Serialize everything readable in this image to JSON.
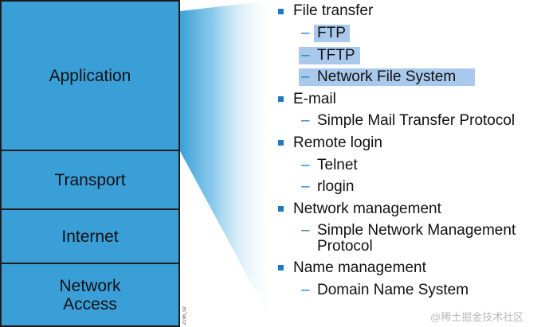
{
  "layers": {
    "application": "Application",
    "transport": "Transport",
    "internet": "Internet",
    "network_access_line1": "Network",
    "network_access_line2": "Access"
  },
  "credit": "2196_02",
  "applications": [
    {
      "label": "File transfer",
      "items": [
        {
          "label": "FTP",
          "highlighted": true
        },
        {
          "label": "TFTP",
          "highlighted": true
        },
        {
          "label": "Network File System",
          "highlighted": true
        }
      ]
    },
    {
      "label": "E-mail",
      "items": [
        {
          "label": "Simple Mail Transfer Protocol",
          "highlighted": false
        }
      ]
    },
    {
      "label": "Remote login",
      "items": [
        {
          "label": "Telnet",
          "highlighted": false
        },
        {
          "label": "rlogin",
          "highlighted": false
        }
      ]
    },
    {
      "label": "Network management",
      "items": [
        {
          "label_line1": "Simple Network Management",
          "label_line2": "Protocol",
          "highlighted": false
        }
      ]
    },
    {
      "label": "Name management",
      "items": [
        {
          "label": "Domain Name System",
          "highlighted": false
        }
      ]
    }
  ],
  "watermark": "@稀土掘金技术社区",
  "colors": {
    "layer_fill": "#3a9fd7",
    "bullet": "#1f7bc1",
    "highlight": "#a9c9ec"
  }
}
